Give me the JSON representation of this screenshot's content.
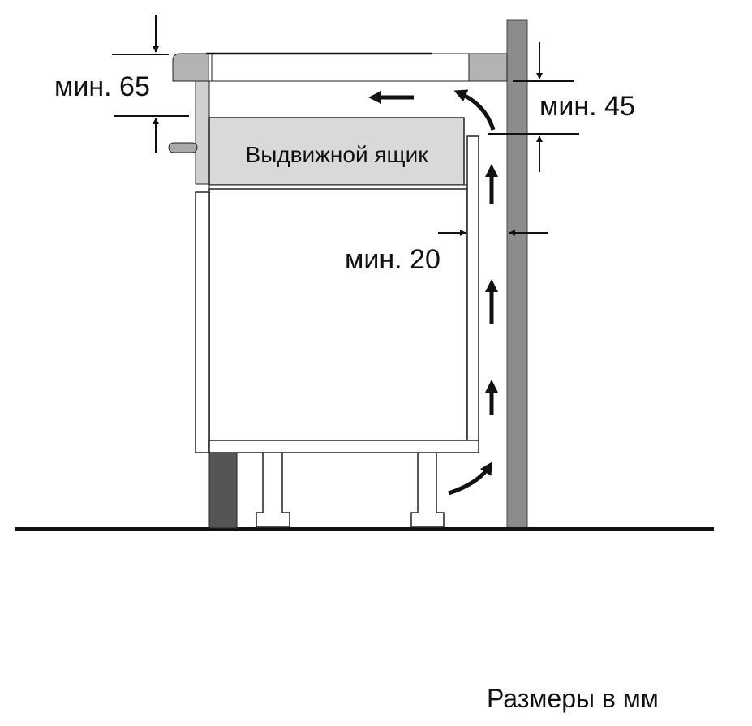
{
  "labels": {
    "clearance_top_front": "мин. 65",
    "clearance_top_rear": "мин. 45",
    "clearance_wall": "мин. 20",
    "drawer": "Выдвижной ящик",
    "caption": "Размеры в мм"
  },
  "colors": {
    "wall": "#8c8c8c",
    "hob_frame": "#b3b3b3",
    "drawer": "#d9d9d9",
    "plinth": "#555555",
    "line": "#111111"
  }
}
